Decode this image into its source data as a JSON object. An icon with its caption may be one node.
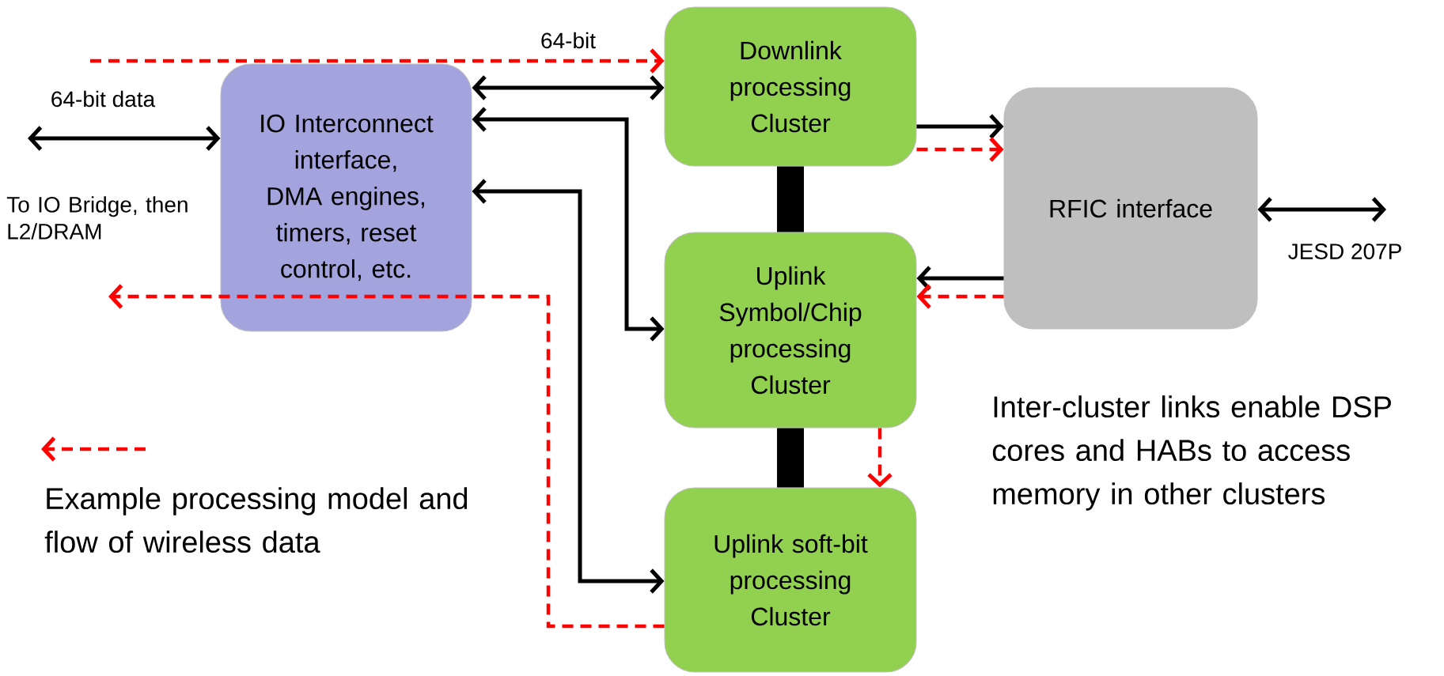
{
  "diagram": {
    "nodes": [
      {
        "text": [
          "IO Interconnect interface, DMA engines, timers, reset control, etc."
        ]
      },
      {
        "text": [
          "Downlink processing Cluster"
        ]
      },
      {
        "text": [
          "RFIC interface"
        ]
      },
      {
        "text": [
          "Uplink Symbol/Chip processing Cluster"
        ]
      },
      {
        "text": [
          "Uplink soft-bit processing Cluster"
        ]
      }
    ],
    "edges": [
      {
        "from": null,
        "to": 0,
        "arrow": "both",
        "label": "64-bit data"
      },
      {
        "from": null,
        "to": 1,
        "arrow": "to",
        "label": "64-bit",
        "style": "dashed",
        "color": "#ff0000"
      },
      {
        "from": 0,
        "to": 1,
        "arrow": "both"
      },
      {
        "from": 0,
        "to": 3,
        "arrow": "both"
      },
      {
        "from": 0,
        "to": 4,
        "arrow": "both"
      },
      {
        "from": 1,
        "to": 2,
        "arrow": "to"
      },
      {
        "from": 1,
        "to": 2,
        "arrow": "to",
        "style": "dashed",
        "color": "#ff0000"
      },
      {
        "from": 2,
        "to": 3,
        "arrow": "to"
      },
      {
        "from": 2,
        "to": 3,
        "arrow": "to",
        "style": "dashed",
        "color": "#ff0000"
      },
      {
        "from": 3,
        "to": 4,
        "arrow": "to",
        "style": "dashed",
        "color": "#ff0000"
      },
      {
        "from": 4,
        "to": null,
        "arrow": "to",
        "style": "dashed",
        "color": "#ff0000"
      },
      {
        "from": 1,
        "to": 3,
        "arrow": "none",
        "style": "thick"
      },
      {
        "from": 3,
        "to": 4,
        "arrow": "none",
        "style": "thick"
      },
      {
        "from": 2,
        "to": null,
        "arrow": "both",
        "label": "JESD 207P"
      }
    ],
    "labels": [
      "To IO Bridge, then L2/DRAM",
      "Inter-cluster links enable DSP cores and HABs to access memory in other clusters"
    ],
    "legend": [
      {
        "text": "Example processing model and flow of wireless data"
      }
    ]
  }
}
